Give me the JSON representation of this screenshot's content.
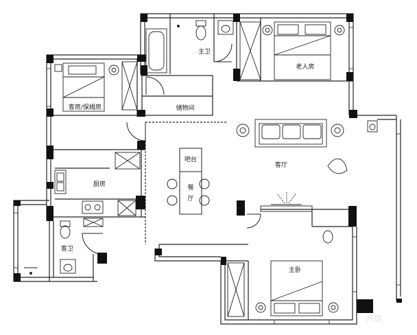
{
  "rooms": {
    "master_bath": "主卫",
    "elder_room": "老人房",
    "guest_nanny_room": "客房/保姆房",
    "storage": "储物间",
    "kitchen": "厨房",
    "bar": "吧台",
    "dining_1": "餐",
    "dining_2": "厅",
    "living_room": "客厅",
    "guest_bath": "客卫",
    "master_bedroom": "主卧"
  },
  "watermark": "开盘"
}
